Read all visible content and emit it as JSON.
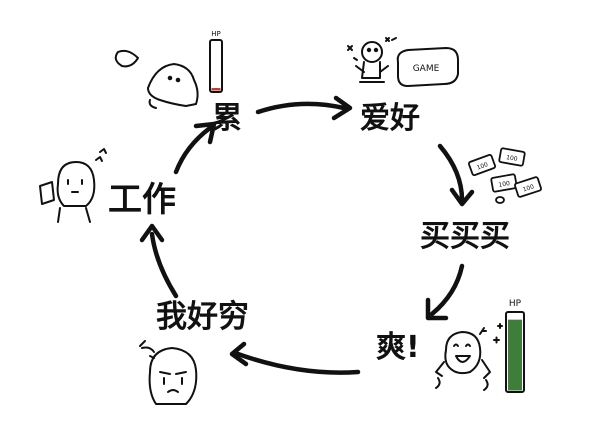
{
  "cycle": {
    "tired": "累",
    "hobby": "爱好",
    "buy": "买买买",
    "great": "爽!",
    "poor": "我好穷",
    "work": "工作"
  },
  "hp_label": "HP",
  "game_label": "GAME",
  "money_label": "100",
  "colors": {
    "stroke": "#111111",
    "hp_low": "#c0392b",
    "hp_full": "#3f7d3a"
  },
  "hp_levels": {
    "tired": 0.05,
    "great": 0.92
  }
}
